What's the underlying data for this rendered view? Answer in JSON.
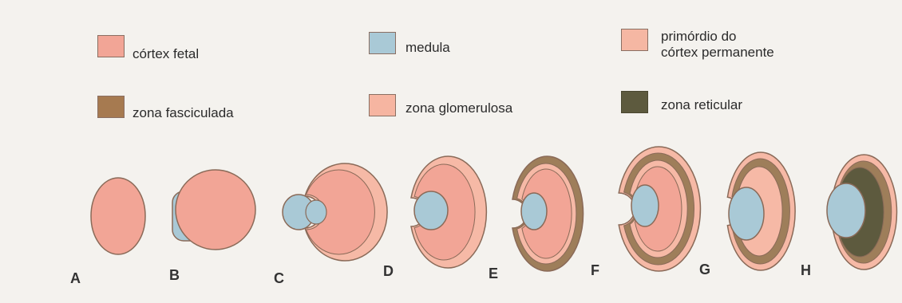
{
  "legend": [
    {
      "id": "cortex-fetal",
      "label": "córtex fetal",
      "color": "#f2a596"
    },
    {
      "id": "medula",
      "label": "medula",
      "color": "#a9c9d6"
    },
    {
      "id": "primordio",
      "label": "primórdio do\ncórtex permanente",
      "color": "#f5b7a3"
    },
    {
      "id": "zona-fasciculada",
      "label": "zona fasciculada",
      "color": "#a67a50"
    },
    {
      "id": "zona-glomerulosa",
      "label": "zona glomerulosa",
      "color": "#f6b5a1"
    },
    {
      "id": "zona-reticular",
      "label": "zona reticular",
      "color": "#5d5a3e"
    }
  ],
  "stages": [
    "A",
    "B",
    "C",
    "D",
    "E",
    "F",
    "G",
    "H"
  ],
  "colors": {
    "outline": "#8a6a58",
    "fetal": "#f2a596",
    "medula": "#a9c9d6",
    "glomerulosa": "#f6b9a6",
    "fasciculada": "#9e7e5a",
    "reticular": "#5d5a3e"
  }
}
